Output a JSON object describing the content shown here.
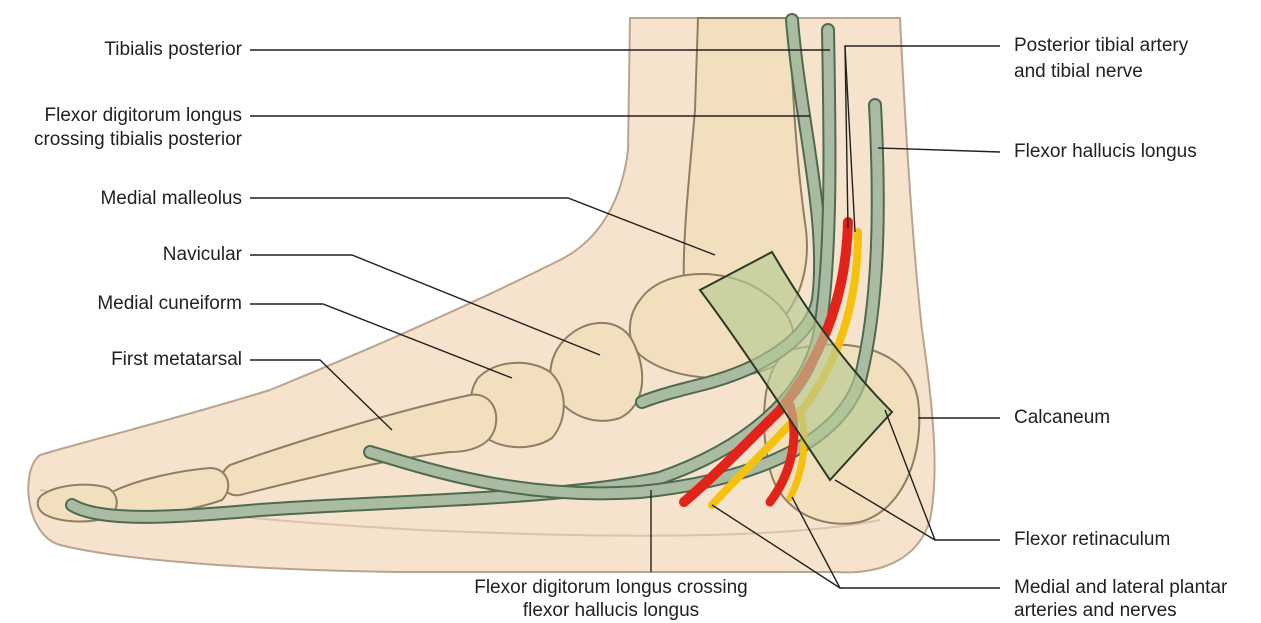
{
  "colors": {
    "skin": "#f6e3cd",
    "skin_outline": "#b9a48f",
    "bone": "#f2dfbd",
    "bone_outline": "#8f7e64",
    "tendon": "#a9bca1",
    "tendon_outline": "#4f6a52",
    "retinaculum": "#b7c994",
    "artery": "#e2231a",
    "nerve": "#f4c20d",
    "leader": "#231f20"
  },
  "labels": {
    "tibialis_posterior": "Tibialis posterior",
    "fdl_crossing_tp_line1": "Flexor digitorum longus",
    "fdl_crossing_tp_line2": "crossing tibialis posterior",
    "medial_malleolus": "Medial malleolus",
    "navicular": "Navicular",
    "medial_cuneiform": "Medial cuneiform",
    "first_metatarsal": "First metatarsal",
    "posterior_tibial_line1": "Posterior tibial artery",
    "posterior_tibial_line2": "and tibial nerve",
    "flexor_hallucis_longus": "Flexor hallucis longus",
    "calcaneum": "Calcaneum",
    "flexor_retinaculum": "Flexor retinaculum",
    "plantar_line1": "Medial and lateral plantar",
    "plantar_line2": "arteries and nerves",
    "fdl_crossing_fhl_line1": "Flexor digitorum longus crossing",
    "fdl_crossing_fhl_line2": "flexor hallucis longus"
  }
}
